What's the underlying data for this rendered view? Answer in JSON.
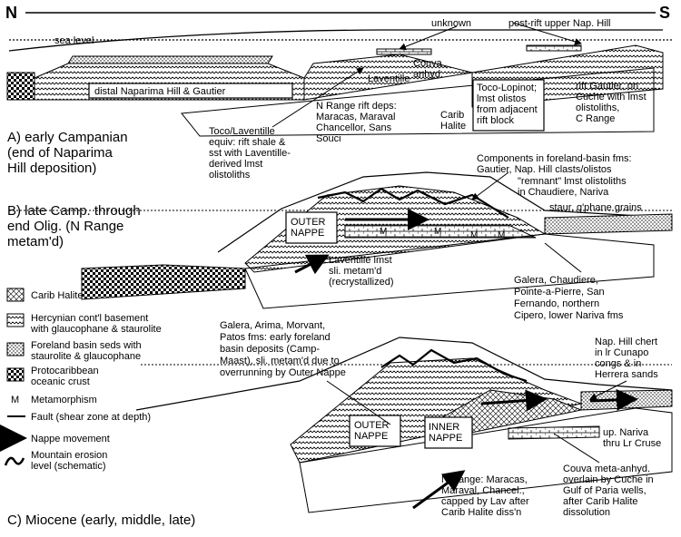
{
  "compass": {
    "north": "N",
    "south": "S"
  },
  "top_labels": {
    "sea_level": "sea level",
    "unknown": "unknown",
    "post_rift": "post-rift upper Nap. Hill"
  },
  "panel_a": {
    "title_lines": [
      "A) early Campanian",
      "(end of Naparima",
      "Hill deposition)"
    ],
    "distal": "distal Naparima Hill & Gautier",
    "laventille": "Laventille",
    "couva": [
      "Couva",
      "anhyd."
    ],
    "toco_lopinot": [
      "Toco-Lopinot;",
      "lmst olistos",
      "from adjacent",
      "rift block"
    ],
    "rift_gautier": [
      "rift Gautier, on",
      "Cuche with lmst",
      "olistoliths,",
      "C Range"
    ],
    "n_range_rift": [
      "N Range rift deps:",
      "Maracas, Maraval",
      "Chancellor, Sans",
      "Souci"
    ],
    "carib_halite": [
      "Carib",
      "Halite"
    ],
    "toco_laventille": [
      "Toco/Laventille",
      "equiv: rift shale &",
      "sst with Laventille-",
      "derived lmst",
      "olistoliths"
    ]
  },
  "panel_b": {
    "title_lines": [
      "B) late Camp. through",
      "end Olig. (N Range",
      "metam'd)"
    ],
    "outer_nappe": [
      "OUTER",
      "NAPPE"
    ],
    "components": [
      "Components in foreland-basin fms:",
      "Gautier, Nap. Hill clasts/olistos"
    ],
    "remnant": [
      "\"remnant\" lmst olistoliths",
      "in Chaudiere, Nariva"
    ],
    "staur": "staur, g'phane grains",
    "metam_marks": [
      "M",
      "M",
      "M",
      "M"
    ],
    "laventille_lmst": [
      "Laventille lmst",
      "sli. metam'd",
      "(recrystallized)"
    ],
    "galera": [
      "Galera, Chaudiere,",
      "Pointe-a-Pierre,  San",
      "Fernando, northern",
      "Cipero, lower Nariva fms"
    ]
  },
  "legend": [
    {
      "id": "carib-halite",
      "label": [
        "Carib Halite"
      ]
    },
    {
      "id": "hercynian",
      "label": [
        "Hercynian cont'l basement",
        "with glaucophane & staurolite"
      ]
    },
    {
      "id": "foreland",
      "label": [
        "Foreland basin seds with",
        "staurolite & glaucophane"
      ]
    },
    {
      "id": "protocaribbean",
      "label": [
        "Protocaribbean",
        "oceanic crust"
      ]
    },
    {
      "id": "metamorphism",
      "label": [
        "Metamorphism"
      ],
      "symbol": "M"
    },
    {
      "id": "fault",
      "label": [
        "Fault (shear zone at depth)"
      ]
    },
    {
      "id": "nappe-movement",
      "label": [
        "Nappe movement"
      ]
    },
    {
      "id": "erosion",
      "label": [
        "Mountain erosion",
        "level (schematic)"
      ]
    }
  ],
  "panel_c": {
    "title": "C) Miocene (early, middle, late)",
    "galera_arima": [
      "Galera, Arima, Morvant,",
      "Patos fms: early foreland",
      "basin deposits (Camp-",
      "Maast), sli. metam'd due to",
      "overrunning by Outer Nappe"
    ],
    "nap_hill_chert": [
      "Nap. Hill chert",
      "in lr Cunapo",
      "congs & in",
      "Herrera sands"
    ],
    "outer_nappe": [
      "OUTER",
      "NAPPE"
    ],
    "inner_nappe": [
      "INNER",
      "NAPPE"
    ],
    "up_nariva": [
      "up. Nariva",
      "thru Lr Cruse"
    ],
    "couva_meta": [
      "Couva meta-anhyd.",
      "overlain by Cuche in",
      "Gulf of Paria wells,",
      "after Carib Halite",
      "dissolution"
    ],
    "n_range": [
      "N Range: Maracas,",
      "Maraval, Chancel.,",
      "capped by Lav after",
      "Carib Halite diss'n"
    ]
  }
}
